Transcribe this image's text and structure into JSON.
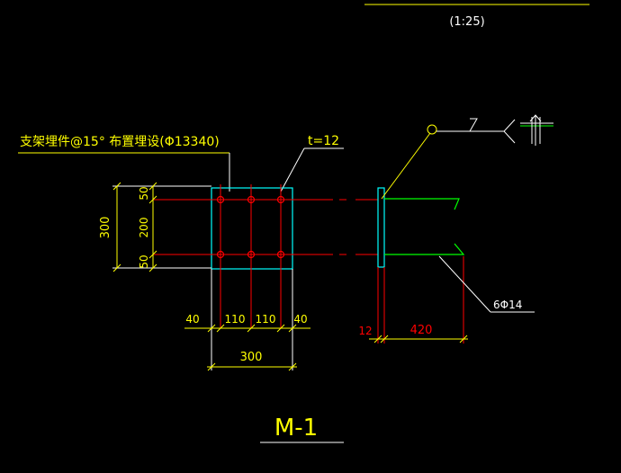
{
  "drawing": {
    "scale_label": "(1:25)",
    "note_label": "支架埋件@15° 布置埋设(Φ13340)",
    "thickness_label": "t=12",
    "rebar_label": "6Φ14",
    "height_total": "300",
    "height_parts": [
      "50",
      "200",
      "50"
    ],
    "width_parts": [
      "40",
      "110",
      "110",
      "40"
    ],
    "width_total": "300",
    "plate_thickness": "12",
    "anchor_length": "420",
    "title": "M-1"
  },
  "colors": {
    "background": "#000000",
    "text_yellow": "#ffff00",
    "text_white": "#ffffff",
    "plate_cyan": "#00ffff",
    "rebar_green": "#00ff00",
    "dim_red": "#ff0000",
    "leader_yellow": "#ffff00"
  }
}
